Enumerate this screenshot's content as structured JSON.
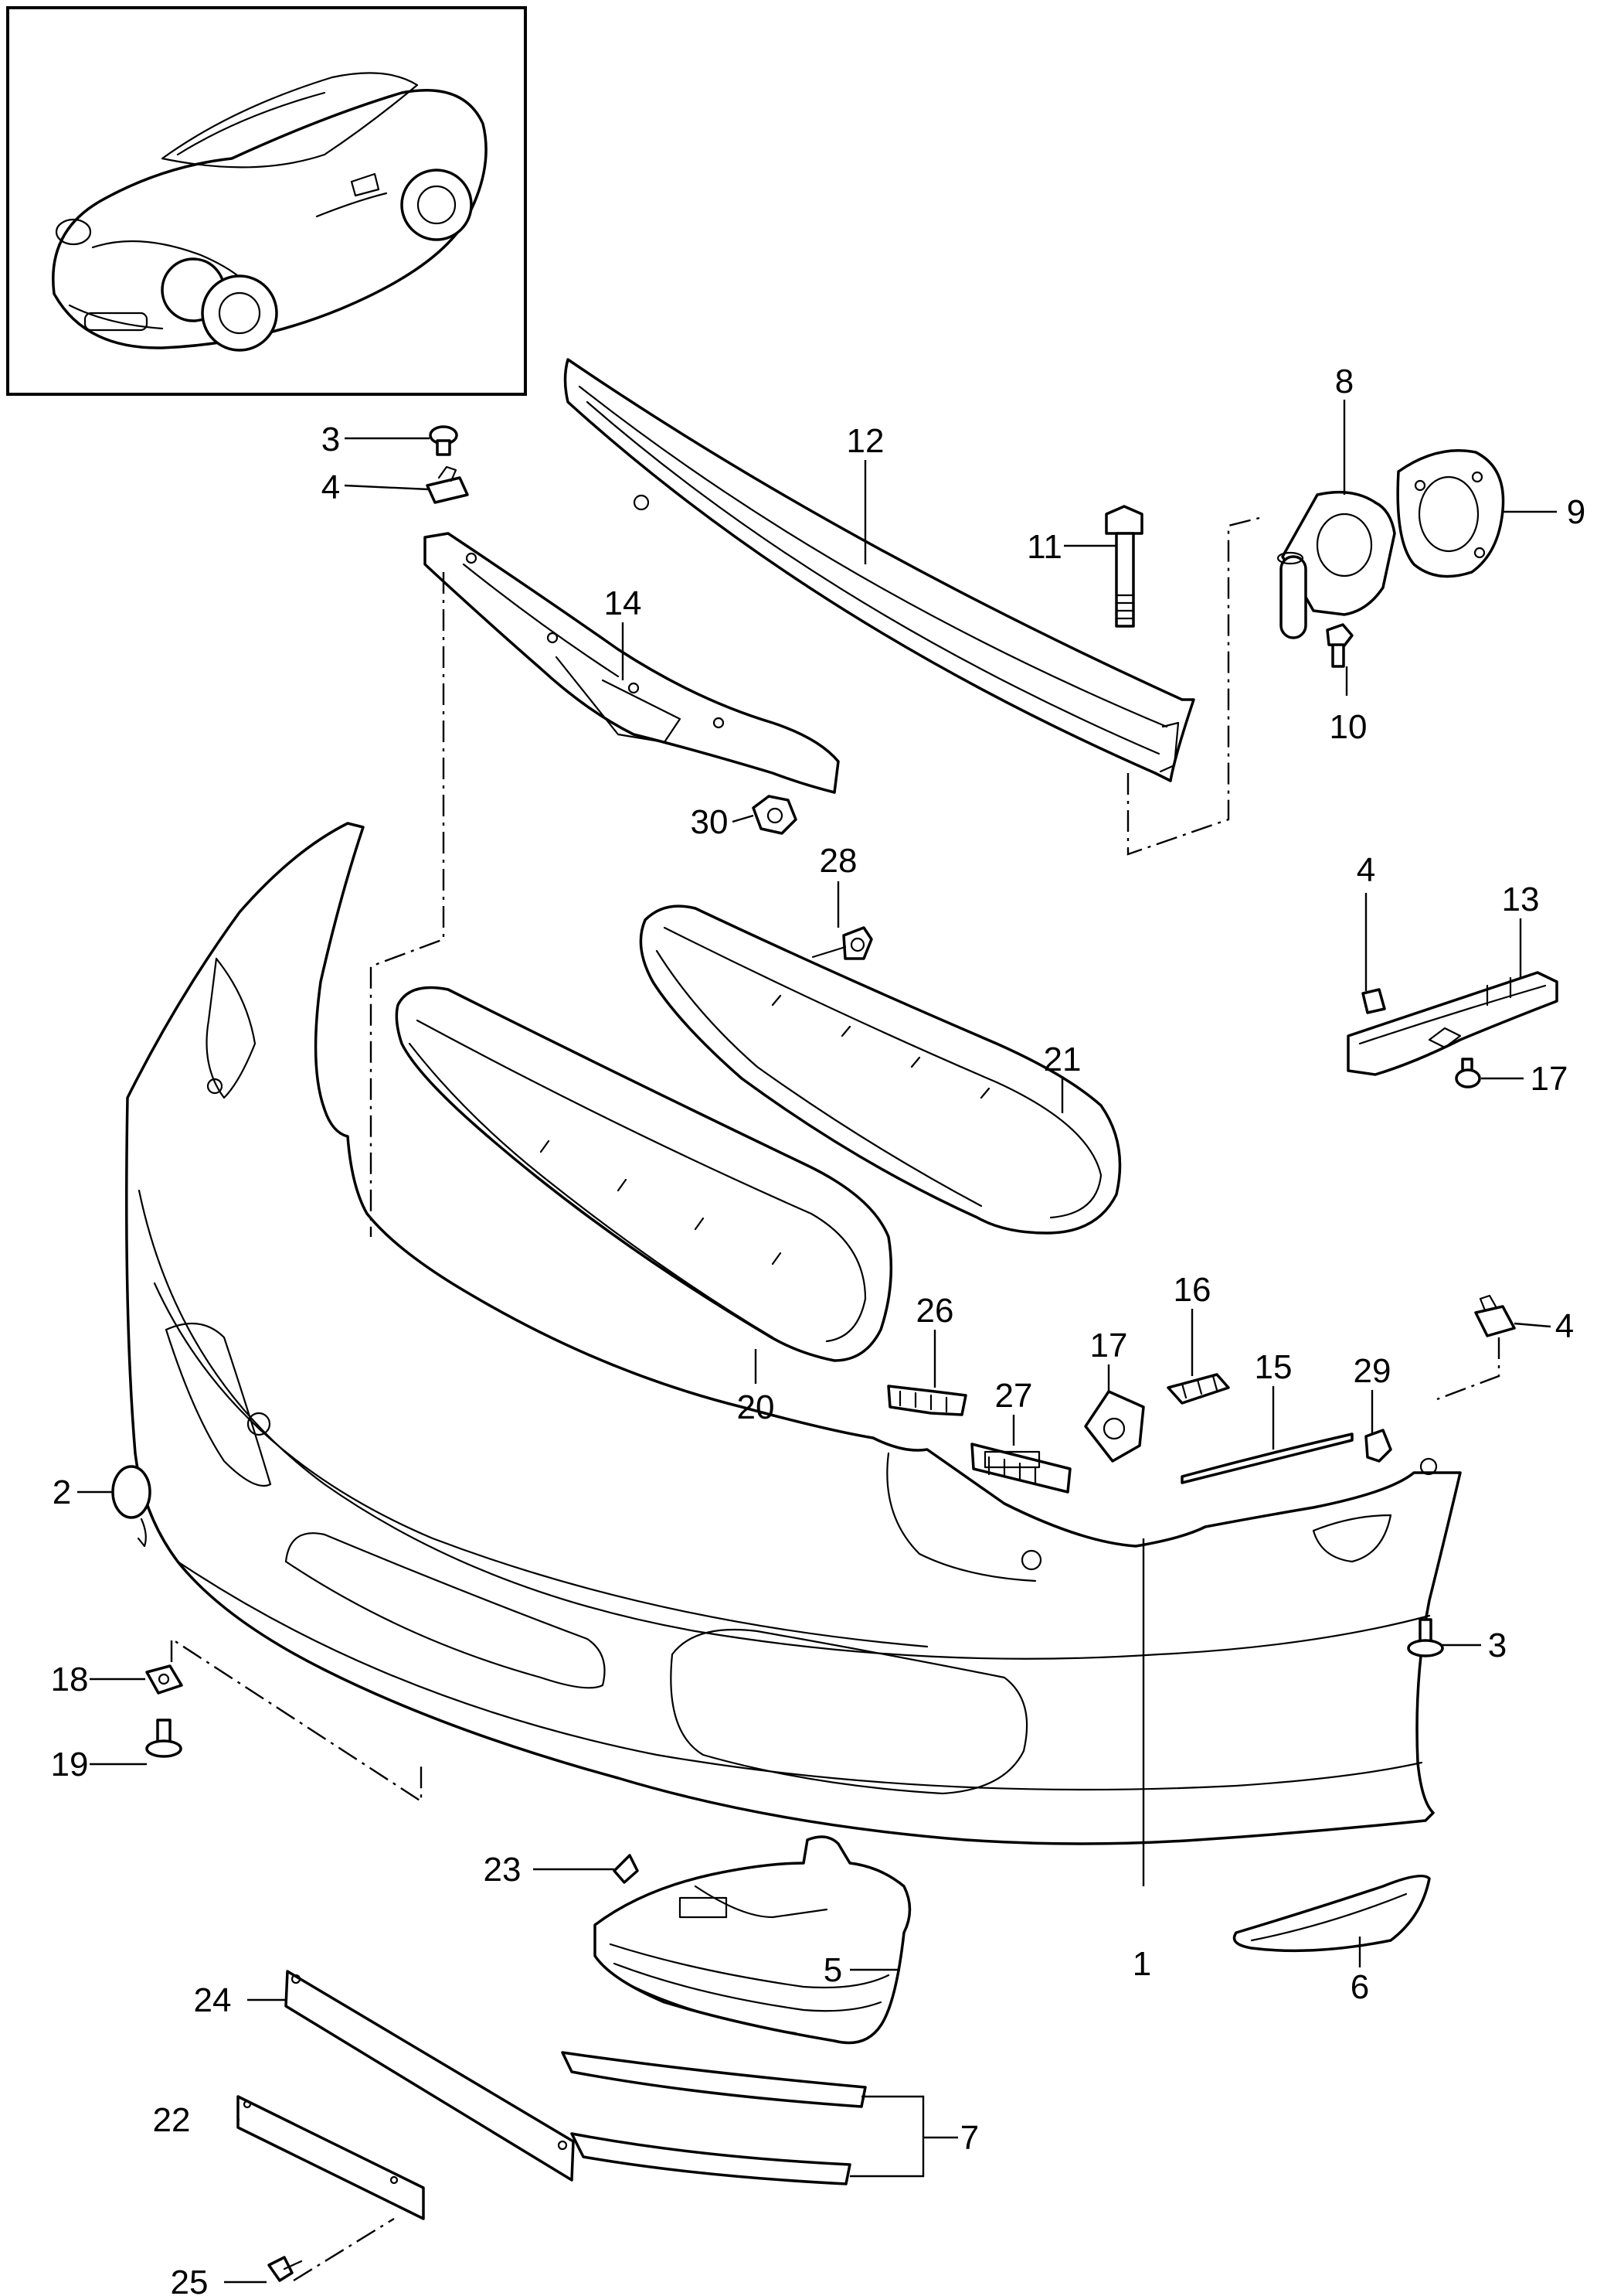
{
  "callouts": [
    {
      "id": "1",
      "text": "1"
    },
    {
      "id": "2",
      "text": "2"
    },
    {
      "id": "3a",
      "text": "3"
    },
    {
      "id": "3b",
      "text": "3"
    },
    {
      "id": "4a",
      "text": "4"
    },
    {
      "id": "4b",
      "text": "4"
    },
    {
      "id": "4c",
      "text": "4"
    },
    {
      "id": "5",
      "text": "5"
    },
    {
      "id": "6",
      "text": "6"
    },
    {
      "id": "7",
      "text": "7"
    },
    {
      "id": "8",
      "text": "8"
    },
    {
      "id": "9",
      "text": "9"
    },
    {
      "id": "10",
      "text": "10"
    },
    {
      "id": "11",
      "text": "11"
    },
    {
      "id": "12",
      "text": "12"
    },
    {
      "id": "13",
      "text": "13"
    },
    {
      "id": "14",
      "text": "14"
    },
    {
      "id": "15",
      "text": "15"
    },
    {
      "id": "16",
      "text": "16"
    },
    {
      "id": "17a",
      "text": "17"
    },
    {
      "id": "17b",
      "text": "17"
    },
    {
      "id": "18",
      "text": "18"
    },
    {
      "id": "19",
      "text": "19"
    },
    {
      "id": "20",
      "text": "20"
    },
    {
      "id": "21",
      "text": "21"
    },
    {
      "id": "22",
      "text": "22"
    },
    {
      "id": "23",
      "text": "23"
    },
    {
      "id": "24",
      "text": "24"
    },
    {
      "id": "25",
      "text": "25"
    },
    {
      "id": "26",
      "text": "26"
    },
    {
      "id": "27",
      "text": "27"
    },
    {
      "id": "28",
      "text": "28"
    },
    {
      "id": "29",
      "text": "29"
    },
    {
      "id": "30",
      "text": "30"
    }
  ]
}
